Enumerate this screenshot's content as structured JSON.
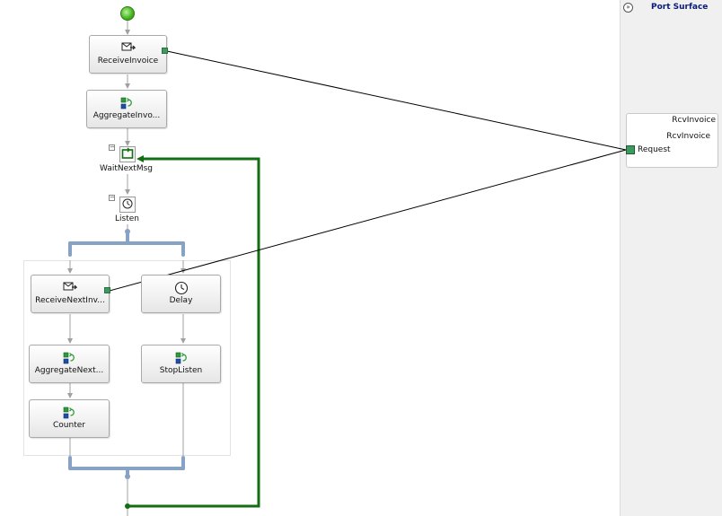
{
  "orchestration": {
    "shapes": {
      "receive_invoice": "ReceiveInvoice",
      "aggregate_invoice": "AggregateInvo...",
      "wait_next_msg": "WaitNextMsg",
      "listen": "Listen",
      "receive_next_invoice": "ReceiveNextInv...",
      "delay": "Delay",
      "aggregate_next": "AggregateNext...",
      "stop_listen": "StopListen",
      "counter": "Counter"
    },
    "collapse_glyph": "−"
  },
  "port_surface": {
    "title": "Port Surface",
    "collapse_glyph": "»",
    "port": {
      "name": "RcvInvoice",
      "operation": "RcvInvoice",
      "message": "Request"
    }
  },
  "colors": {
    "loop_line": "#136d13",
    "branch_bar": "#86a2c5",
    "connector_line": "#000000",
    "arrow": "#a0a0a0",
    "port_green": "#3c9a5f"
  },
  "icons": {
    "receive": "envelope-receive-icon",
    "construct": "expression-shape-icon",
    "loop": "loop-icon",
    "listen": "listen-clock-icon",
    "delay": "clock-icon",
    "start": "start-node-icon"
  }
}
